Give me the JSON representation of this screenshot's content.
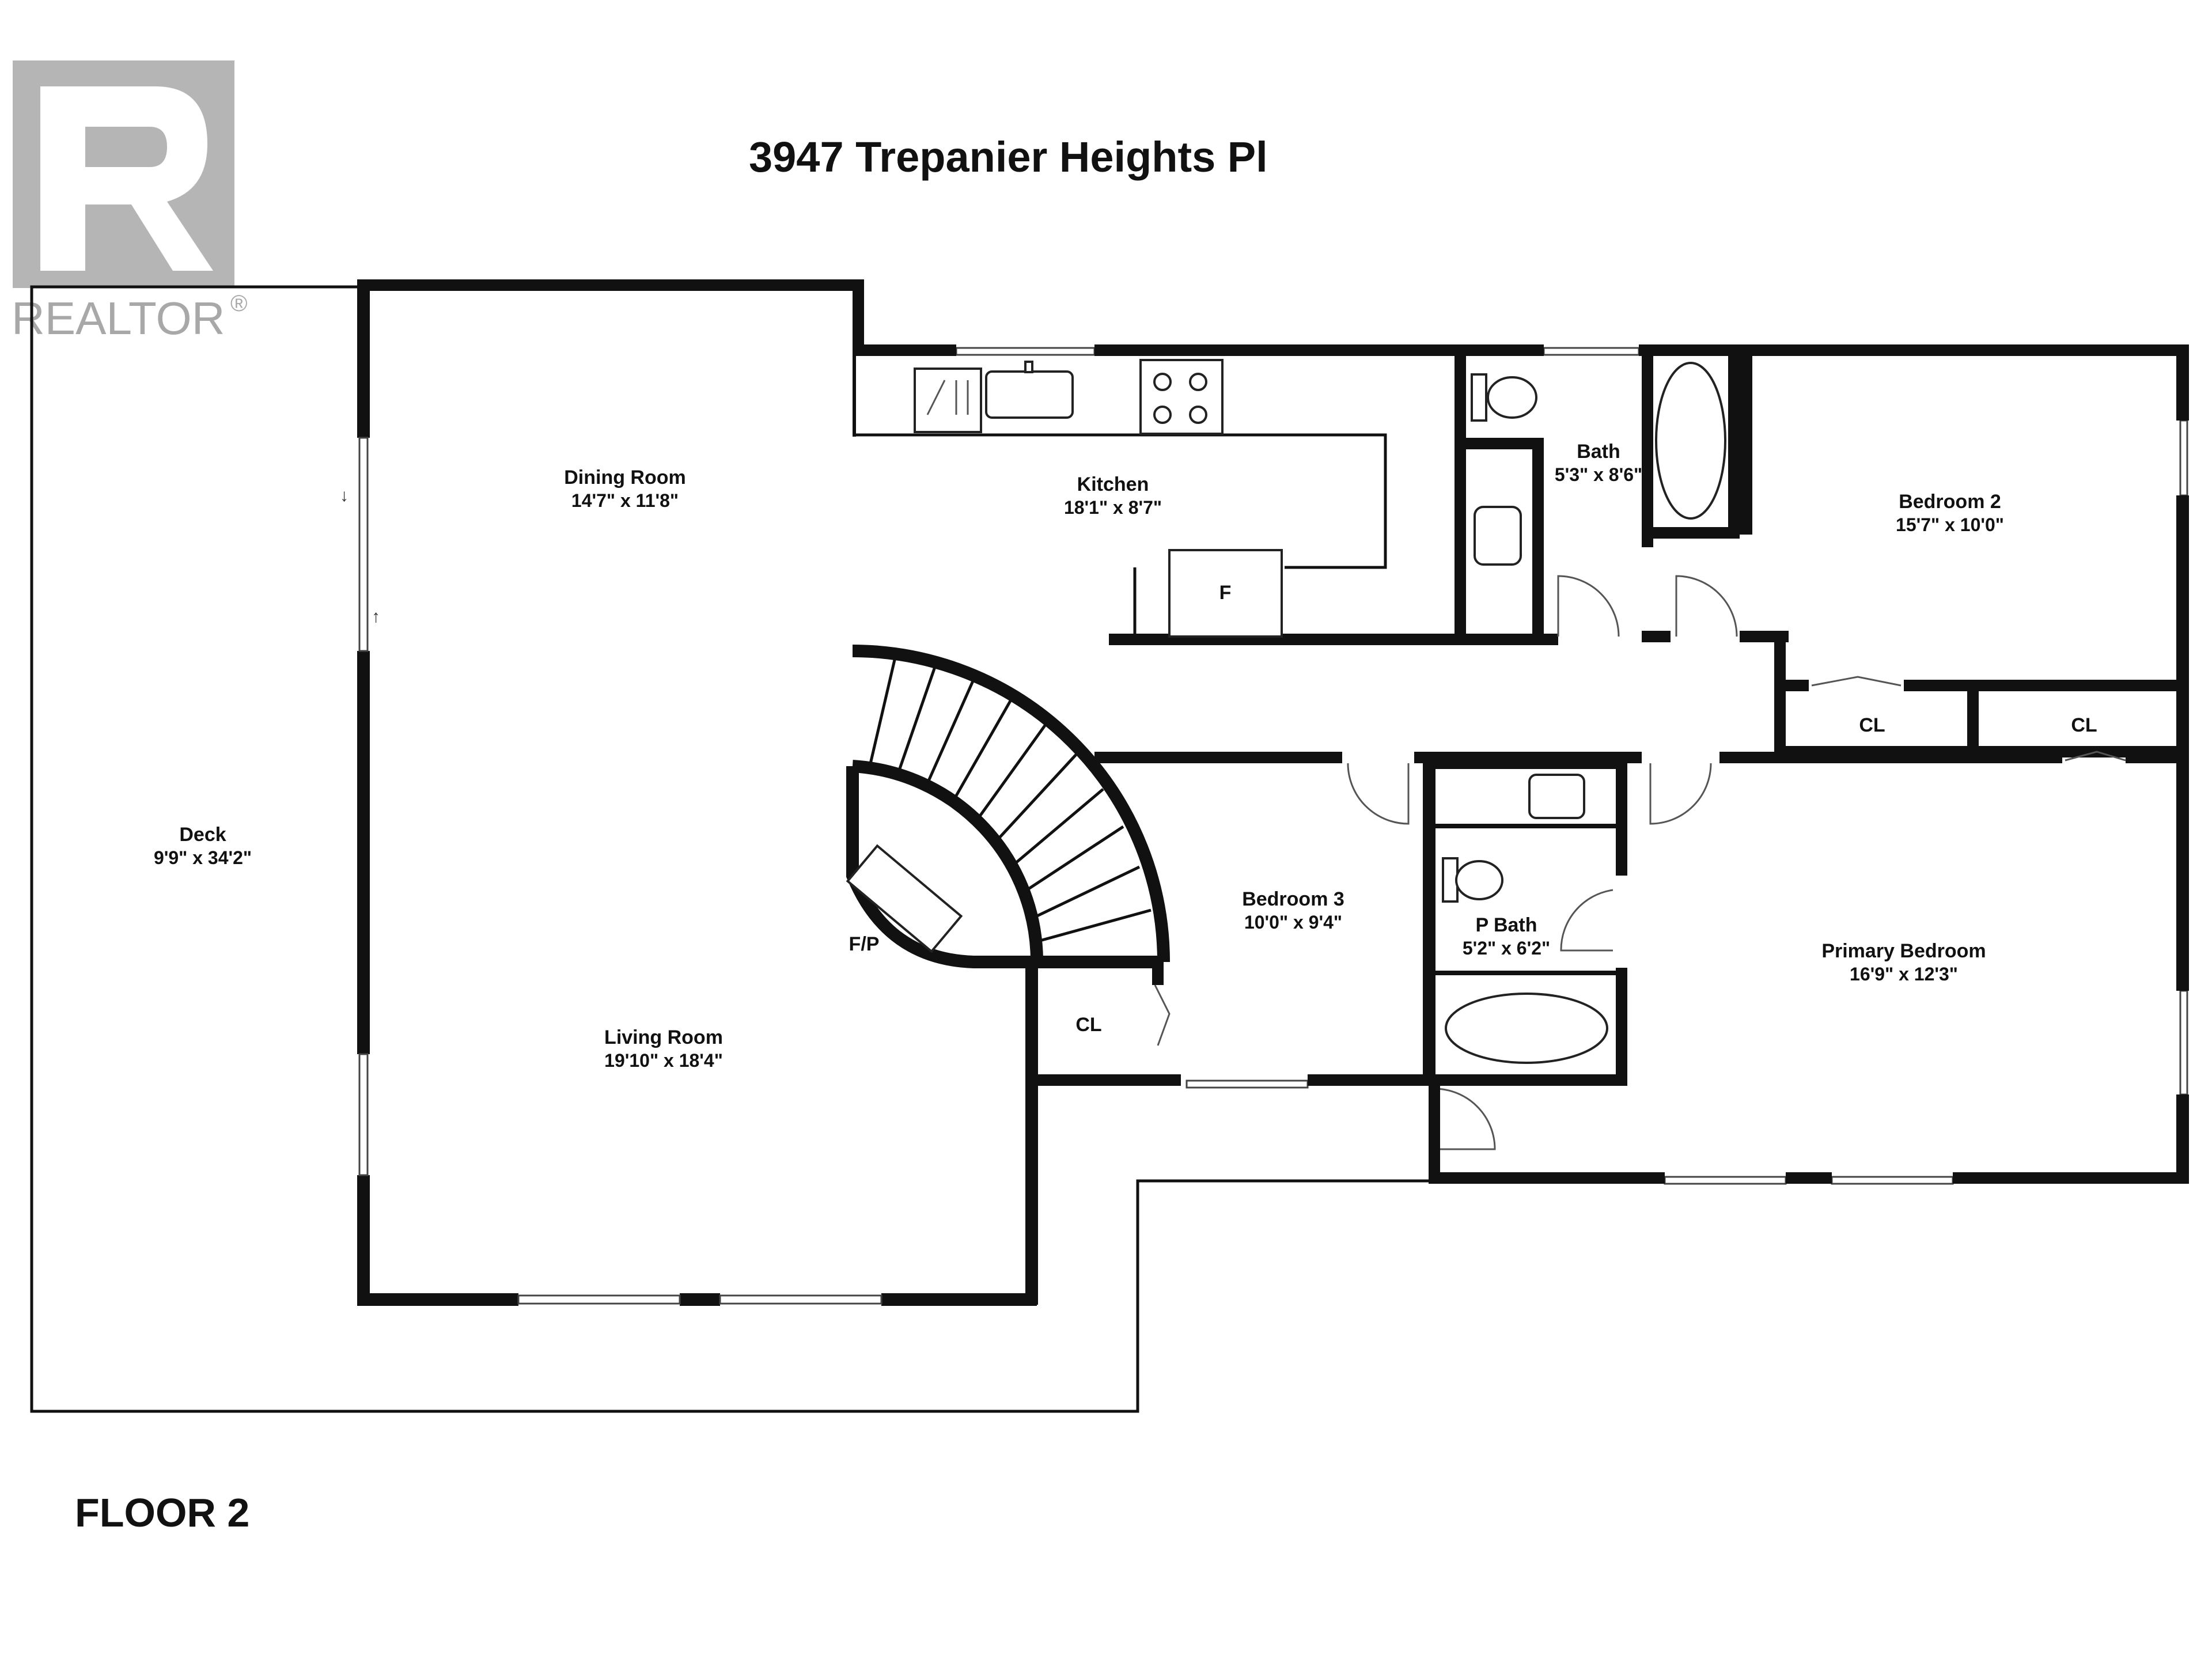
{
  "header": {
    "brand": "REALTOR",
    "brand_mark": "®",
    "address": "3947 Trepanier Heights Pl"
  },
  "footer": {
    "floor_label": "FLOOR 2"
  },
  "rooms": {
    "deck": {
      "name": "Deck",
      "dims": "9'9\" x 34'2\""
    },
    "dining": {
      "name": "Dining Room",
      "dims": "14'7\" x 11'8\""
    },
    "kitchen": {
      "name": "Kitchen",
      "dims": "18'1\" x 8'7\""
    },
    "bath": {
      "name": "Bath",
      "dims": "5'3\" x 8'6\""
    },
    "bedroom2": {
      "name": "Bedroom 2",
      "dims": "15'7\" x 10'0\""
    },
    "living": {
      "name": "Living Room",
      "dims": "19'10\" x 18'4\""
    },
    "bedroom3": {
      "name": "Bedroom 3",
      "dims": "10'0\" x 9'4\""
    },
    "pbath": {
      "name": "P Bath",
      "dims": "5'2\" x 6'2\""
    },
    "primary": {
      "name": "Primary Bedroom",
      "dims": "16'9\" x 12'3\""
    }
  },
  "labels": {
    "fireplace": "F/P",
    "fridge": "F",
    "closet_hall": "CL",
    "closet_bed2": "CL",
    "closet_primary": "CL"
  },
  "icons": [
    "realtor-logo-icon",
    "staircase-icon",
    "fireplace-icon",
    "sink-icon",
    "toilet-icon",
    "bathtub-icon",
    "stove-icon",
    "dishwasher-icon",
    "door-swing-icon",
    "window-icon"
  ]
}
